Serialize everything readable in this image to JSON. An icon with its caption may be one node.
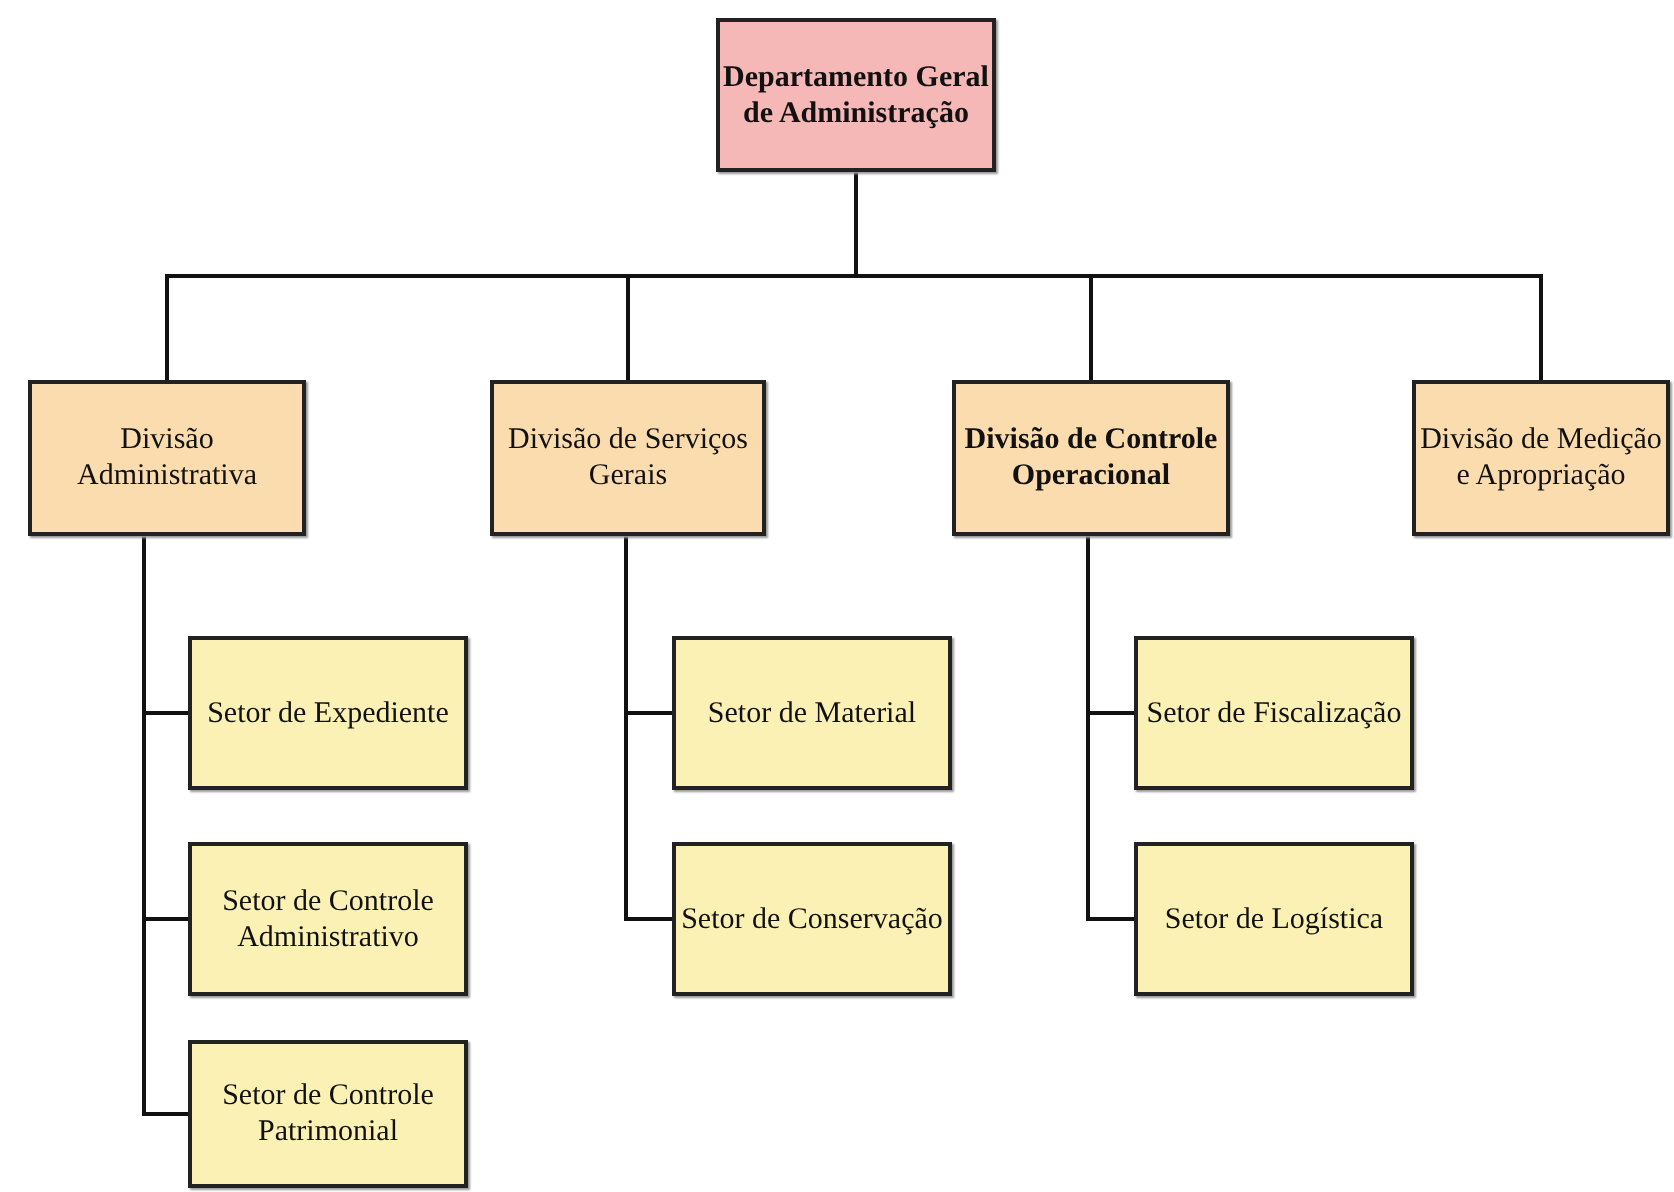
{
  "diagram": {
    "nodes": [
      {
        "text": [
          "Departamento Geral de Administração"
        ]
      },
      {
        "text": [
          "Divisão Administrativa"
        ]
      },
      {
        "text": [
          "Divisão de Serviços Gerais"
        ]
      },
      {
        "text": [
          "Divisão de Controle Operacional"
        ]
      },
      {
        "text": [
          "Divisão de Medição e Apropriação"
        ]
      },
      {
        "text": [
          "Setor de Expediente"
        ]
      },
      {
        "text": [
          "Setor de Controle Administrativo"
        ]
      },
      {
        "text": [
          "Setor de Controle Patrimonial"
        ]
      },
      {
        "text": [
          "Setor de Material"
        ]
      },
      {
        "text": [
          "Setor de Conservação"
        ]
      },
      {
        "text": [
          "Setor de Fiscalização"
        ]
      },
      {
        "text": [
          "Setor de Logística"
        ]
      }
    ],
    "edges": [
      {
        "from": 0,
        "to": 1,
        "arrow": "none"
      },
      {
        "from": 0,
        "to": 2,
        "arrow": "none"
      },
      {
        "from": 0,
        "to": 3,
        "arrow": "none"
      },
      {
        "from": 0,
        "to": 4,
        "arrow": "none"
      },
      {
        "from": 1,
        "to": 5,
        "arrow": "none"
      },
      {
        "from": 1,
        "to": 6,
        "arrow": "none"
      },
      {
        "from": 1,
        "to": 7,
        "arrow": "none"
      },
      {
        "from": 2,
        "to": 8,
        "arrow": "none"
      },
      {
        "from": 2,
        "to": 9,
        "arrow": "none"
      },
      {
        "from": 3,
        "to": 10,
        "arrow": "none"
      },
      {
        "from": 3,
        "to": 11,
        "arrow": "none"
      }
    ]
  }
}
